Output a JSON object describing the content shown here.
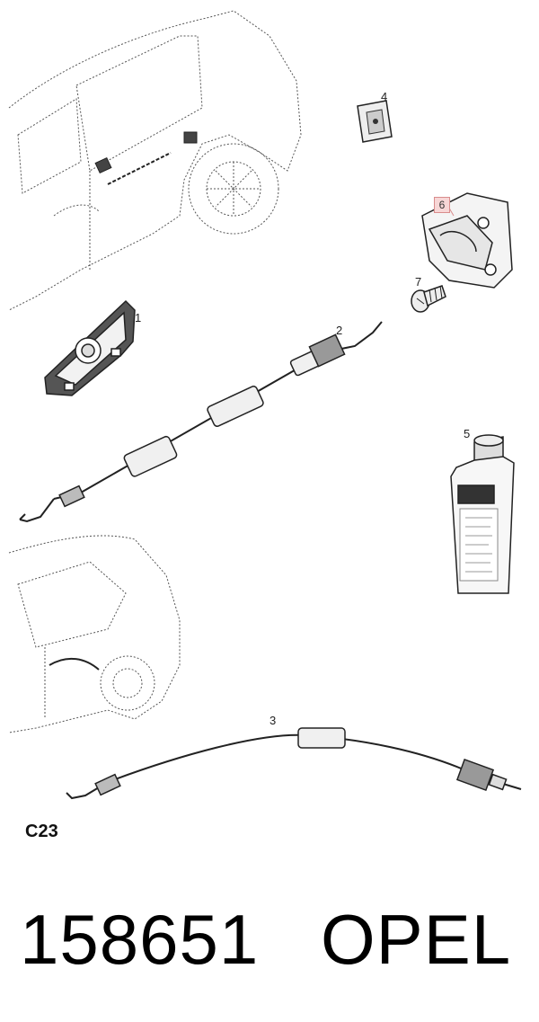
{
  "callouts": {
    "c1": "1",
    "c2": "2",
    "c3": "3",
    "c4": "4",
    "c5": "5",
    "c6": "6",
    "c7": "7"
  },
  "section_code": "C23",
  "part_number": "158651",
  "brand": "OPEL"
}
